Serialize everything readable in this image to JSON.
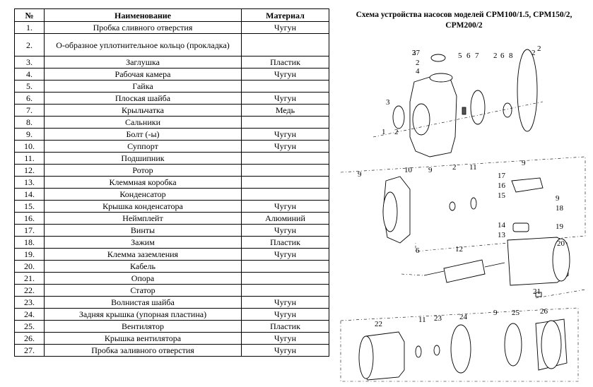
{
  "table": {
    "headers": {
      "num": "№",
      "name": "Наименование",
      "material": "Материал"
    },
    "rows": [
      {
        "num": "1.",
        "name": "Пробка сливного отверстия",
        "material": "Чугун"
      },
      {
        "num": "2.",
        "name": "О-образное уплотнительное кольцо (прокладка)",
        "material": ""
      },
      {
        "num": "3.",
        "name": "Заглушка",
        "material": "Пластик"
      },
      {
        "num": "4.",
        "name": "Рабочая камера",
        "material": "Чугун"
      },
      {
        "num": "5.",
        "name": "Гайка",
        "material": ""
      },
      {
        "num": "6.",
        "name": "Плоская шайба",
        "material": "Чугун"
      },
      {
        "num": "7.",
        "name": "Крыльчатка",
        "material": "Медь"
      },
      {
        "num": "8.",
        "name": "Сальники",
        "material": ""
      },
      {
        "num": "9.",
        "name": "Болт (-ы)",
        "material": "Чугун"
      },
      {
        "num": "10.",
        "name": "Суппорт",
        "material": "Чугун"
      },
      {
        "num": "11.",
        "name": "Подшипник",
        "material": ""
      },
      {
        "num": "12.",
        "name": "Ротор",
        "material": ""
      },
      {
        "num": "13.",
        "name": "Клеммная коробка",
        "material": ""
      },
      {
        "num": "14.",
        "name": "Конденсатор",
        "material": ""
      },
      {
        "num": "15.",
        "name": "Крышка конденсатора",
        "material": "Чугун"
      },
      {
        "num": "16.",
        "name": "Неймплейт",
        "material": "Алюминий"
      },
      {
        "num": "17.",
        "name": "Винты",
        "material": "Чугун"
      },
      {
        "num": "18.",
        "name": "Зажим",
        "material": "Пластик"
      },
      {
        "num": "19.",
        "name": "Клемма заземления",
        "material": "Чугун"
      },
      {
        "num": "20.",
        "name": "Кабель",
        "material": ""
      },
      {
        "num": "21.",
        "name": "Опора",
        "material": ""
      },
      {
        "num": "22.",
        "name": "Статор",
        "material": ""
      },
      {
        "num": "23.",
        "name": "Волнистая шайба",
        "material": "Чугун"
      },
      {
        "num": "24.",
        "name": "Задняя крышка (упорная пластина)",
        "material": "Чугун"
      },
      {
        "num": "25.",
        "name": "Вентилятор",
        "material": "Пластик"
      },
      {
        "num": "26.",
        "name": "Крышка вентилятора",
        "material": "Чугун"
      },
      {
        "num": "27.",
        "name": "Пробка заливного отверстия",
        "material": "Чугун"
      }
    ]
  },
  "diagram": {
    "title_line1": "Схема устройства насосов моделей CPM100/1.5, CPM150/2,",
    "title_line2": "CPM200/2",
    "callouts": {
      "c1": "1",
      "c2a": "2",
      "c2b": "2",
      "c2c": "2",
      "c2d": "2",
      "c2e": "2",
      "c2f": "2",
      "c3": "3",
      "c4": "4",
      "c5": "5",
      "c6a": "6",
      "c6b": "6",
      "c6c": "6",
      "c7": "7",
      "c8": "8",
      "c9a": "9",
      "c9b": "9",
      "c9c": "9",
      "c9d": "9",
      "c9e": "9",
      "c10": "10",
      "c11a": "11",
      "c11b": "11",
      "c12": "12",
      "c13": "13",
      "c14": "14",
      "c15": "15",
      "c16": "16",
      "c17": "17",
      "c18": "18",
      "c19": "19",
      "c20": "20",
      "c21": "21",
      "c22": "22",
      "c23": "23",
      "c24": "24",
      "c25": "25",
      "c26": "26",
      "c27": "27"
    }
  }
}
